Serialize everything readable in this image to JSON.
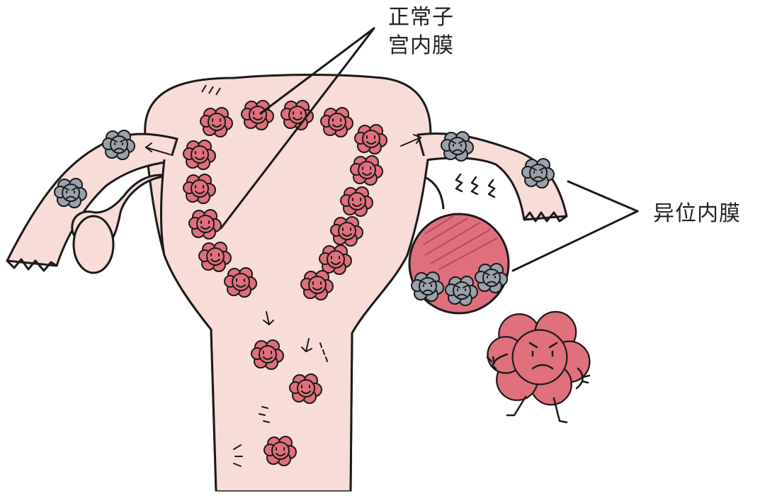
{
  "labels": {
    "normal_endometrium_line1": "正常子",
    "normal_endometrium_line2": "宫内膜",
    "ectopic_endometrium": "异位内膜"
  },
  "colors": {
    "uterus_fill": "#f7dcd7",
    "normal_tissue": "#e0707c",
    "ectopic_tissue": "#9aa1ab",
    "outline": "#1a1a1a",
    "cyst_fill": "#e06f7e"
  },
  "icons": {
    "normal_cells": "smiling-pink-cell-icon",
    "ectopic_cells": "grumpy-gray-cell-icon",
    "sad_character": "sad-pink-cell-character"
  }
}
